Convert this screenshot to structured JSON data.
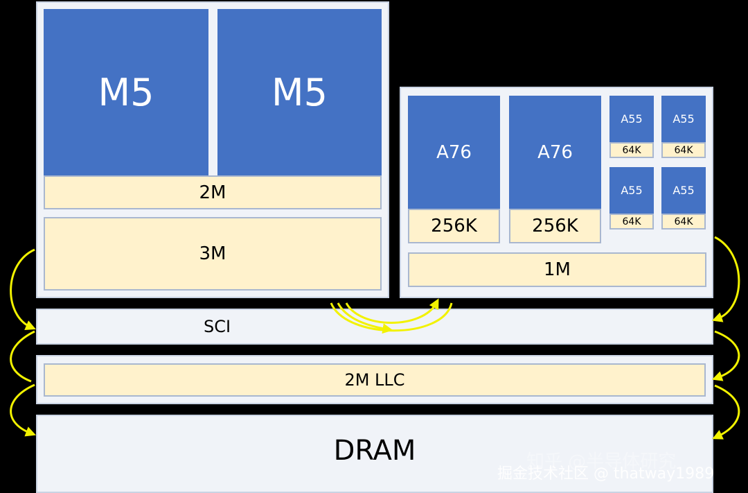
{
  "big_cluster": {
    "core_left": "M5",
    "core_right": "M5",
    "l2_cache": "2M",
    "l3_cache": "3M"
  },
  "little_cluster": {
    "a76_left": {
      "core": "A76",
      "cache": "256K"
    },
    "a76_right": {
      "core": "A76",
      "cache": "256K"
    },
    "a55": [
      {
        "core": "A55",
        "cache": "64K"
      },
      {
        "core": "A55",
        "cache": "64K"
      },
      {
        "core": "A55",
        "cache": "64K"
      },
      {
        "core": "A55",
        "cache": "64K"
      }
    ],
    "shared_cache": "1M"
  },
  "interconnect": {
    "label": "SCI"
  },
  "llc": {
    "label": "2M LLC"
  },
  "memory": {
    "label": "DRAM"
  },
  "watermark": {
    "line1": "知乎 @半导体研究",
    "line2": "掘金技术社区 @ thatway1989"
  },
  "colors": {
    "core_blue": "#4472c4",
    "cache_yellow": "#fff2cc",
    "panel_gray": "#f0f3f8",
    "arrow_yellow": "#f2f200"
  }
}
